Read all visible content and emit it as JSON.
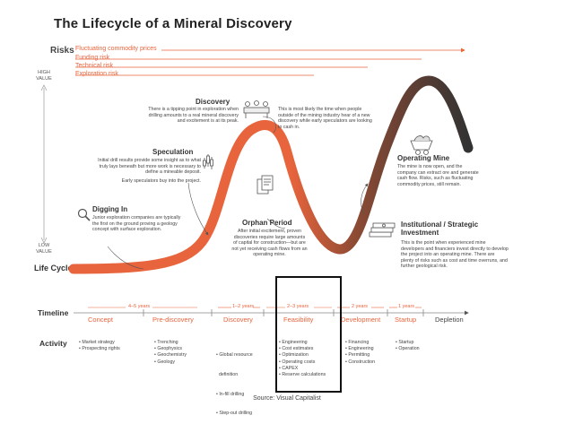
{
  "title": "The Lifecycle of a Mineral Discovery",
  "risks": {
    "label": "Risks",
    "items": [
      "Fluctuating commodity prices",
      "Funding risk",
      "Technical risk",
      "Exploration risk"
    ]
  },
  "axis": {
    "high_label": "HIGH\nVALUE",
    "low_label": "LOW\nVALUE",
    "lifecycle_label": "Life Cycle"
  },
  "phases": {
    "digging_in": {
      "heading": "Digging In",
      "text": "Junior exploration companies are typically the first on the ground proving a geology concept with surface exploration."
    },
    "speculation": {
      "heading": "Speculation",
      "text": "Initial drill results provide some insight as to what truly lays beneath but more work is necessary to define a mineable deposit.",
      "text2": "Early speculators buy into the project."
    },
    "discovery": {
      "heading": "Discovery",
      "text": "There is a tipping point in exploration when drilling amounts to a real mineral discovery and excitement is at its peak.",
      "text2": "This is most likely the time when people outside of the mining industry hear of a new discovery while early speculators are looking to cash in."
    },
    "orphan": {
      "heading": "Orphan Period",
      "text": "After initial excitement, proven discoveries require large amounts of capital for construction—but are not yet receiving cash flows from an operating mine."
    },
    "operating": {
      "heading": "Operating Mine",
      "text": "The mine is now open, and the company can extract ore and generate cash flow. Risks, such as fluctuating commodity prices, still remain."
    },
    "institutional": {
      "heading": "Institutional / Strategic Investment",
      "text": "This is the point when experienced mine developers and financiers invest directly to develop the project into an operating mine. There are plenty of risks such as cost and time overruns, and further geological risk."
    }
  },
  "timeline": {
    "label": "Timeline",
    "stages": [
      "Concept",
      "Pre-discovery",
      "Discovery",
      "Feasibility",
      "Development",
      "Startup",
      "Depletion"
    ],
    "durations": [
      "4–5 years",
      "1–2 years",
      "2–3 years",
      "2 years",
      "1 years"
    ]
  },
  "activity": {
    "label": "Activity",
    "columns": [
      [
        "• Market strategy",
        "• Prospecting rights"
      ],
      [
        "• Trenching",
        "• Geophysics",
        "• Geochemistry",
        "• Geology"
      ],
      [
        "• Global resource",
        "  definition",
        "• In-fill drilling",
        "• Step-out drilling"
      ],
      [
        "• Engineering",
        "• Cost estimates",
        "• Optimization",
        "• Operating costs",
        "• CAPEX",
        "• Reserve calculations"
      ],
      [
        "• Financing",
        "• Engineering",
        "• Permitting",
        "• Construction"
      ],
      [
        "• Startup",
        "• Operation"
      ]
    ]
  },
  "source": "Source: Visual Capitalist",
  "colors": {
    "accent": "#e8643c",
    "dark": "#3a3a3a",
    "highlight_box": "#111111"
  },
  "icons": [
    "magnifier-icon",
    "candlestick-chart-icon",
    "meeting-icon",
    "documents-icon",
    "mine-cart-icon",
    "money-stack-icon"
  ]
}
